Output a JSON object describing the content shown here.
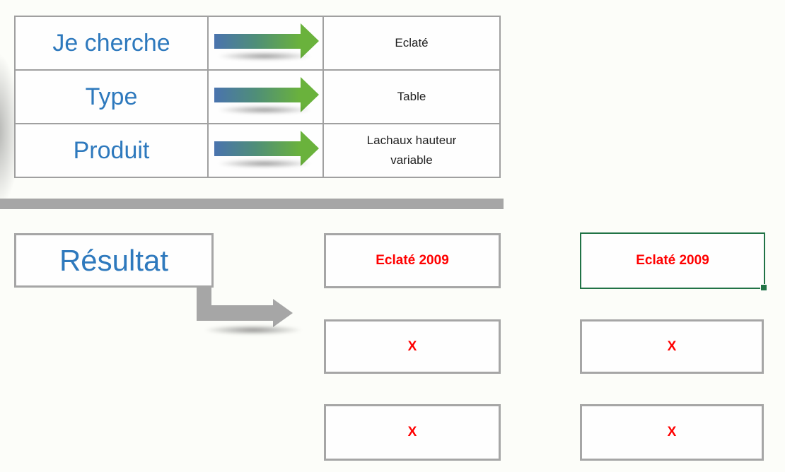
{
  "colors": {
    "accent_blue": "#2e79bd",
    "result_red": "#ff0000",
    "border_gray": "#a6a6a6",
    "selection_green": "#217346",
    "arrow_blue": "#4a73ae",
    "arrow_green": "#6ab23c"
  },
  "search_panel": {
    "rows": [
      {
        "label": "Je cherche",
        "value": "Eclaté"
      },
      {
        "label": "Type",
        "value": "Table"
      },
      {
        "label": "Produit",
        "value": "Lachaux hauteur variable"
      }
    ]
  },
  "result_panel": {
    "label": "Résultat",
    "left_column": {
      "title": "Eclaté 2009",
      "cells": [
        "X",
        "X"
      ]
    },
    "right_column": {
      "title": "Eclaté 2009",
      "cells": [
        "X",
        "X"
      ]
    }
  },
  "icons": {
    "row_arrow": "gradient-arrow-icon",
    "result_arrow": "elbow-arrow-icon",
    "selection_handle": "fill-handle-icon"
  }
}
